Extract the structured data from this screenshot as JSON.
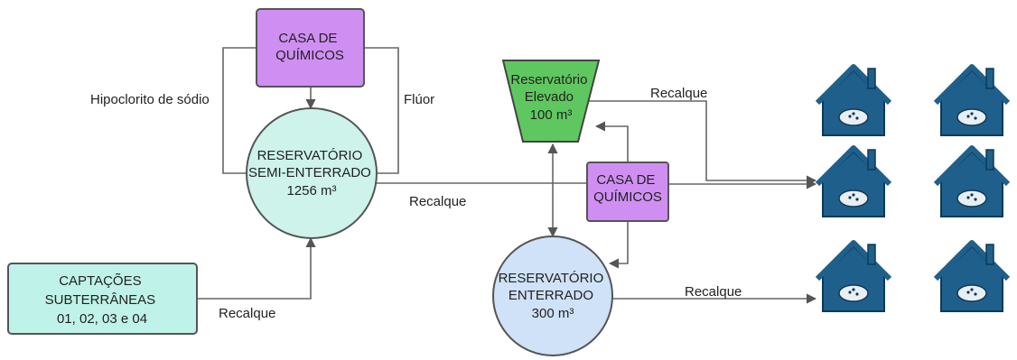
{
  "nodes": {
    "casa_quimicos_top": {
      "lines": [
        "CASA DE",
        "QUÍMICOS"
      ],
      "fill": "#cf8ff2",
      "stroke": "#555555"
    },
    "reservatorio_semi": {
      "lines": [
        "RESERVATÓRIO",
        "SEMI-ENTERRADO",
        "1256 m³"
      ],
      "fill": "#cdf3eb",
      "stroke": "#555555"
    },
    "captacoes": {
      "lines": [
        "CAPTAÇÕES",
        "SUBTERRÂNEAS",
        "01, 02, 03 e 04"
      ],
      "fill": "#bff2e8",
      "stroke": "#555555"
    },
    "reservatorio_elevado": {
      "lines": [
        "Reservatório",
        "Elevado",
        "100 m³"
      ],
      "fill": "#5fc75f",
      "stroke": "#444444"
    },
    "casa_quimicos_mid": {
      "lines": [
        "CASA DE",
        "QUÍMICOS"
      ],
      "fill": "#cf8ff2",
      "stroke": "#555555"
    },
    "reservatorio_enterrado": {
      "lines": [
        "RESERVATÓRIO",
        "ENTERRADO",
        "300 m³"
      ],
      "fill": "#cfe2f7",
      "stroke": "#555555"
    }
  },
  "edge_labels": {
    "hipoclorito": "Hipoclorito de sódio",
    "fluor": "Flúor",
    "recalque_semi": "Recalque",
    "recalque_captacoes": "Recalque",
    "recalque_elevado": "Recalque",
    "recalque_enterrado": "Recalque"
  },
  "houses": {
    "count": 6,
    "color": "#1f5f8b",
    "icon": "house-icon"
  },
  "colors": {
    "line": "#666666"
  }
}
